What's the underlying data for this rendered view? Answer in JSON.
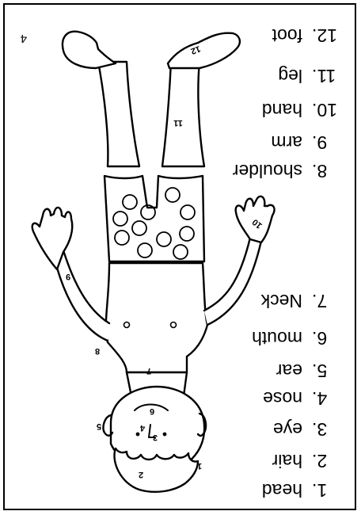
{
  "vocabulary": [
    {
      "number": "1.",
      "word": "head"
    },
    {
      "number": "2.",
      "word": "hair"
    },
    {
      "number": "3.",
      "word": "eye"
    },
    {
      "number": "4.",
      "word": "nose"
    },
    {
      "number": "5.",
      "word": "ear"
    },
    {
      "number": "6.",
      "word": "mouth"
    },
    {
      "number": "7.",
      "word": "Neck"
    },
    {
      "number": "8.",
      "word": "shoulder"
    },
    {
      "number": "9.",
      "word": "arm"
    },
    {
      "number": "10.",
      "word": "hand"
    },
    {
      "number": "11.",
      "word": "leg"
    },
    {
      "number": "12.",
      "word": "foot"
    }
  ],
  "figure_labels": {
    "head": "1",
    "hair": "2",
    "eye": "3",
    "nose": "4",
    "ear": "5",
    "mouth": "6",
    "neck": "7",
    "shoulder": "8",
    "arm": "9",
    "hand": "10",
    "leg": "11",
    "foot": "12"
  },
  "corner_number": "4"
}
